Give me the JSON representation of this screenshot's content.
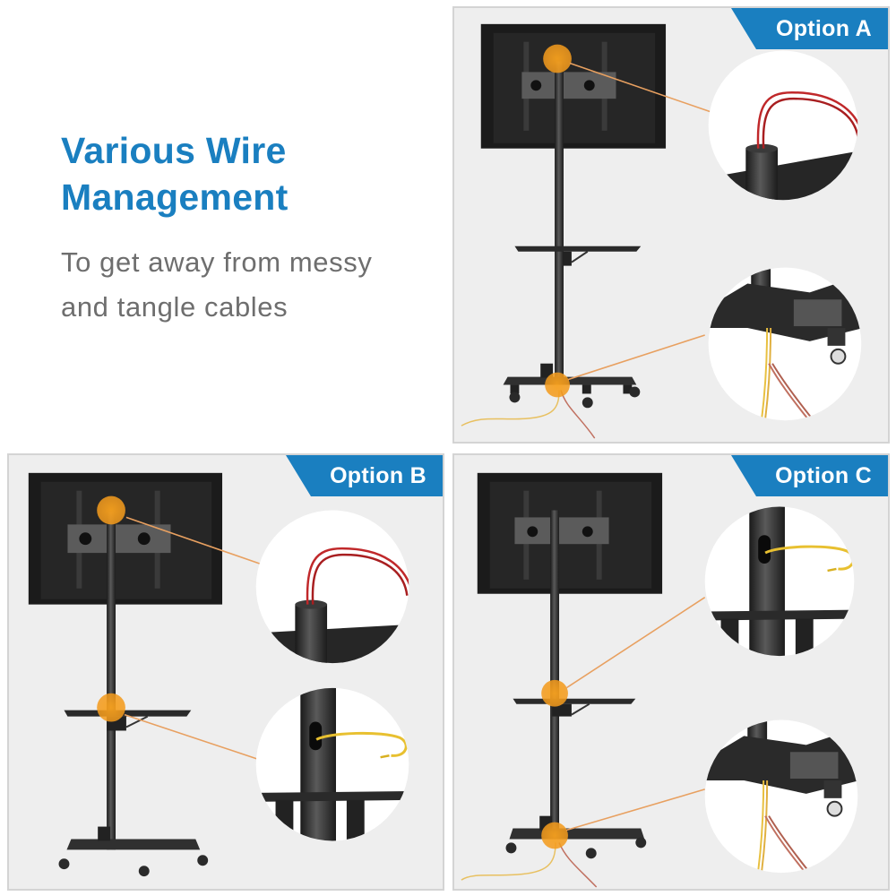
{
  "headline": {
    "line1": "Various Wire",
    "line2": "Management"
  },
  "subline": {
    "line1": "To get away from messy",
    "line2": "and tangle cables"
  },
  "colors": {
    "accent_blue": "#1a7fc0",
    "highlight_orange": "#f5a020",
    "callout_line": "#e8a060",
    "panel_bg": "#eeeeee",
    "subtext_gray": "#6e6e6e",
    "cable_red": "#c0282a",
    "cable_yellow": "#e8c030"
  },
  "panels": [
    {
      "id": "A",
      "label": "Option A",
      "description": "TV cart with cables routed into top of pole and exiting at base",
      "highlights": [
        "pole-top",
        "base"
      ],
      "callouts": [
        "cables-entering-pole-top",
        "cables-exiting-base"
      ]
    },
    {
      "id": "B",
      "label": "Option B",
      "description": "TV cart with cables routed into top of pole and exiting at shelf slot",
      "highlights": [
        "pole-top",
        "shelf"
      ],
      "callouts": [
        "cables-entering-pole-top",
        "cables-through-shelf-slot"
      ]
    },
    {
      "id": "C",
      "label": "Option C",
      "description": "TV cart with cables entering shelf slot and exiting at base",
      "highlights": [
        "shelf",
        "base"
      ],
      "callouts": [
        "cables-through-shelf-slot",
        "cables-exiting-base"
      ]
    }
  ]
}
